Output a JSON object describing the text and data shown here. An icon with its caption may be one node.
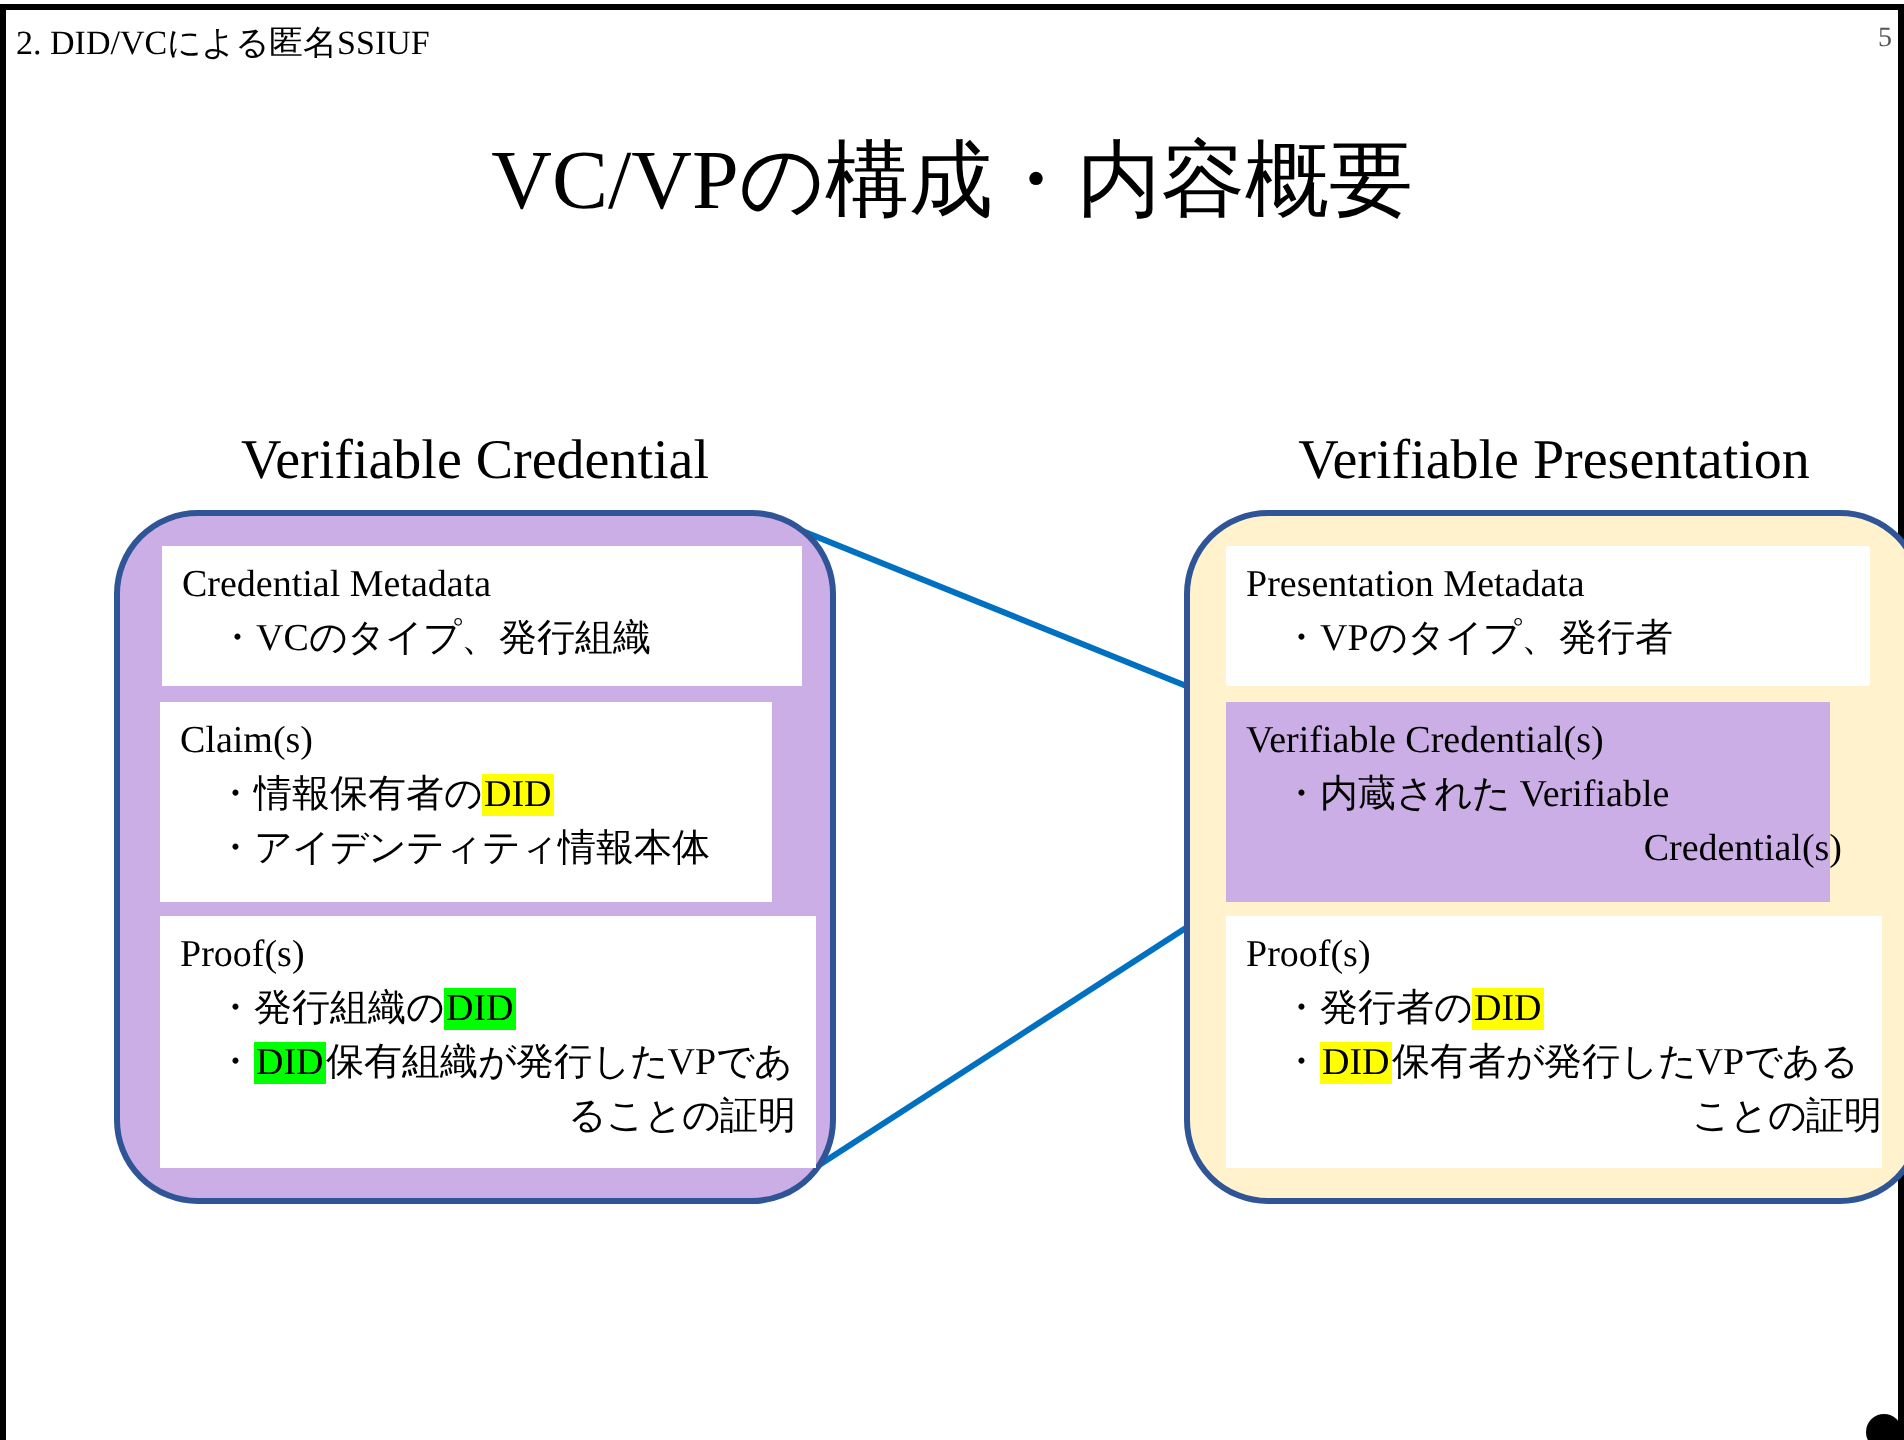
{
  "diagram": {
    "title": "VC/VPの構成・内容概要",
    "nodes": [
      {
        "text": [
          "Verifiable Credential"
        ]
      },
      {
        "text": [
          "Credential Metadata",
          "・VCのタイプ、発行組織"
        ],
        "in": 0
      },
      {
        "text": [
          "Claim(s)",
          "・情報保有者のDID",
          "・アイデンティティ情報本体"
        ],
        "in": 0
      },
      {
        "text": [
          "Proof(s)",
          "・発行組織のDID",
          "・DID保有組織が発行したVPであることの証明"
        ],
        "in": 0
      },
      {
        "text": [
          "Verifiable Presentation"
        ]
      },
      {
        "text": [
          "Presentation Metadata",
          "・VPのタイプ、発行者"
        ],
        "in": 4
      },
      {
        "text": [
          "Verifiable Credential(s)",
          "・内蔵された Verifiable Credential(s)"
        ],
        "in": 4
      },
      {
        "text": [
          "Proof(s)",
          "・発行者のDID",
          "・DID保有者が発行したVPであることの証明"
        ],
        "in": 4
      }
    ],
    "edges": [
      {
        "from": 0,
        "to": 6,
        "arrow": "none"
      },
      {
        "from": 0,
        "to": 6,
        "arrow": "none"
      }
    ],
    "labels": [
      "2. DID/VCによる匿名SSIUF",
      "5"
    ]
  }
}
